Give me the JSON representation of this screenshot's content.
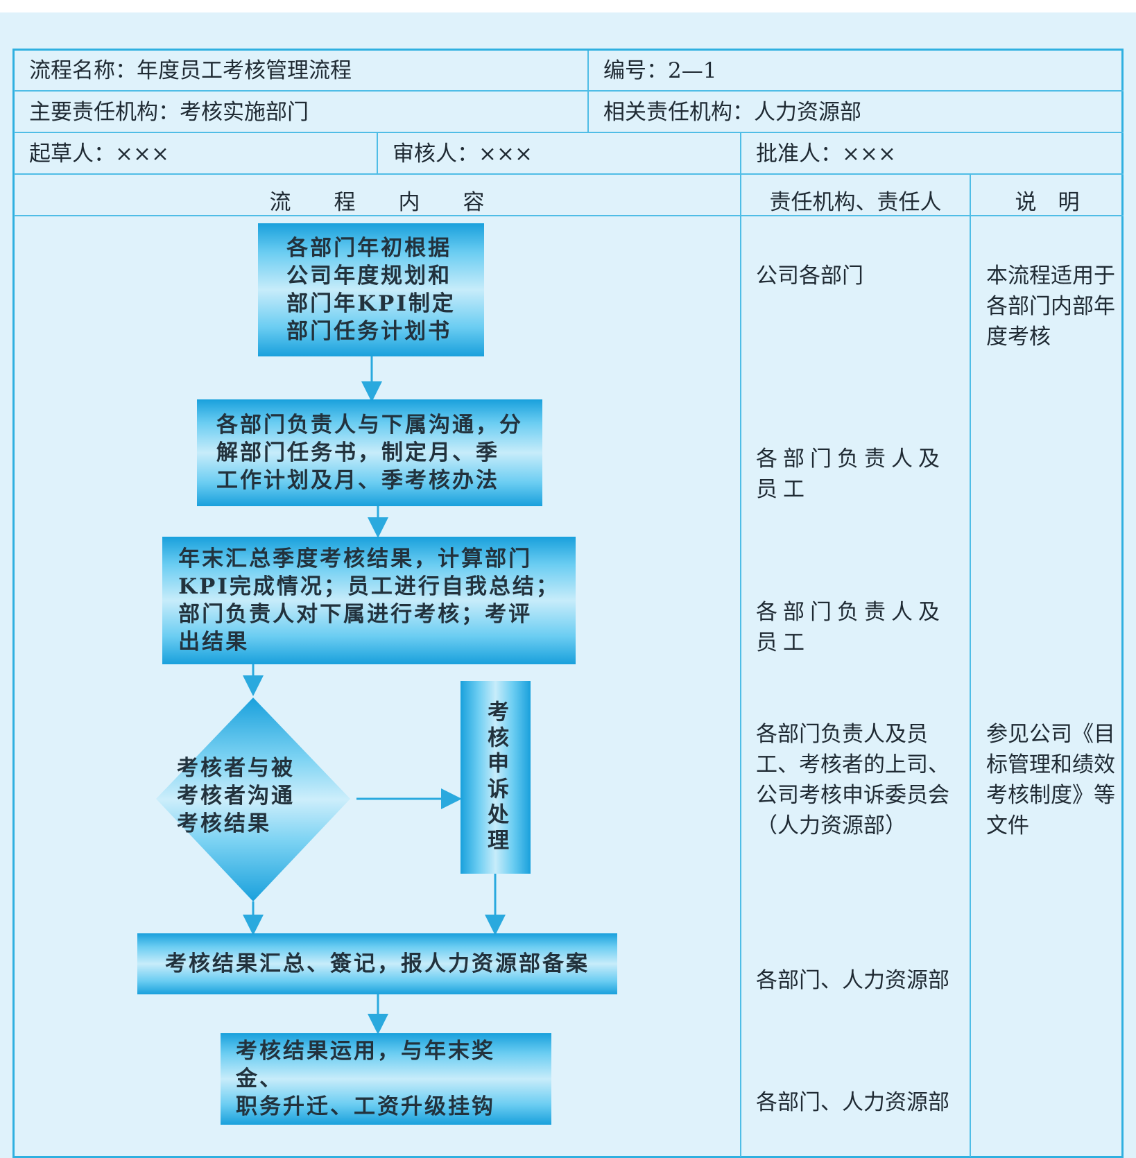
{
  "header": {
    "process_name": "流程名称：年度员工考核管理流程",
    "number": "编号：2—1",
    "main_org": "主要责任机构：考核实施部门",
    "related_org": "相关责任机构：人力资源部",
    "drafter": "起草人：×××",
    "reviewer": "审核人：×××",
    "approver": "批准人：×××"
  },
  "columns": {
    "content": "流　　程　　内　　容",
    "responsible": "责任机构、责任人",
    "explanation": "说　明"
  },
  "flow": {
    "step1": [
      "各部门年初根据",
      "公司年度规划和",
      "部门年KPI制定",
      "部门任务计划书"
    ],
    "step2": [
      "各部门负责人与下属沟通，分",
      "解部门任务书，制定月、季",
      "工作计划及月、季考核办法"
    ],
    "step3": [
      "年末汇总季度考核结果，计算部门",
      "KPI完成情况；员工进行自我总结；",
      "部门负责人对下属进行考核；考评",
      "出结果"
    ],
    "decision": [
      "考核者与被",
      "考核者沟通",
      "考核结果"
    ],
    "appeal": "考核申诉处理",
    "step5": "考核结果汇总、簽记，报人力资源部备案",
    "step6": [
      "考核结果运用，与年末奖金、",
      "职务升迁、工资升级挂钩"
    ]
  },
  "responsible": {
    "r1": "公司各部门",
    "r2": "各部门负责人及员工",
    "r3": "各部门负责人及员工",
    "r4": "各部门负责人及员工、考核者的上司、公司考核申诉委员会（人力资源部）",
    "r5": "各部门、人力资源部",
    "r6": "各部门、人力资源部"
  },
  "notes": {
    "n1": "本流程适用于各部门内部年度考核",
    "n2": "参见公司《目标管理和绩效考核制度》等文件"
  },
  "colors": {
    "background": "#dff2fb",
    "border": "#2fb0e0",
    "box_dark": "#19a0dc",
    "box_light": "#c7ecfa",
    "arrow": "#2aa9de"
  }
}
